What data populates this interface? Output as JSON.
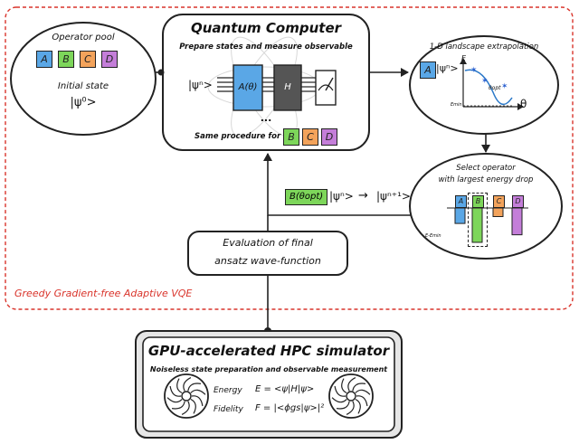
{
  "colors": {
    "red_dashed": "#d9342b",
    "op_A": "#5aa7e6",
    "op_B": "#7dd65a",
    "op_C": "#f3a35b",
    "op_D": "#c47ed9",
    "gate_H": "#555555",
    "hpc_outer": "#e6e6e6",
    "hpc_title": "#111111"
  },
  "icons": [
    "entangled-qubit-atom-icon",
    "measurement-meter-icon",
    "cooling-fan-icon"
  ],
  "operator_pool": {
    "title": "Operator pool",
    "chips": [
      "A",
      "B",
      "C",
      "D"
    ],
    "initial_state_label": "Initial state",
    "initial_state_ket": "|ψ⁰>"
  },
  "quantum_computer": {
    "title": "Quantum Computer",
    "subtitle": "Prepare states and measure observable",
    "ket": "|ψⁿ>",
    "gate_a": "A(θ)",
    "gate_h": "H",
    "ellipsis": "...",
    "same_procedure": "Same procedure for",
    "same_chips": [
      "B",
      "C",
      "D"
    ]
  },
  "landscape": {
    "title": "1-D landscape extrapolation",
    "chip": "A",
    "ket": "|ψⁿ>",
    "axis_e": "E",
    "axis_theta": "θ",
    "theta_opt": "θopt",
    "e_min": "Emin"
  },
  "select_operator": {
    "title_line1": "Select operator",
    "title_line2": "with largest energy drop",
    "bar_labels": [
      "A",
      "B",
      "C",
      "D"
    ],
    "bar_depths": [
      0.45,
      1.0,
      0.25,
      0.78
    ],
    "e_emin": "E-Emin"
  },
  "update": {
    "operator": "B(θopt)",
    "ket_from": "|ψⁿ>",
    "arrow": "→",
    "ket_to": "|ψⁿ⁺¹>"
  },
  "evaluation": {
    "line1": "Evaluation of final",
    "line2": "ansatz wave-function"
  },
  "greedy_label": "Greedy Gradient-free Adaptive VQE",
  "hpc": {
    "title": "GPU-accelerated HPC simulator",
    "subtitle": "Noiseless state preparation and observable measurement",
    "energy_label": "Energy",
    "energy_formula": "E = <ψ|H|ψ>",
    "fidelity_label": "Fidelity",
    "fidelity_formula": "F = |<ϕgs|ψ>|²"
  }
}
